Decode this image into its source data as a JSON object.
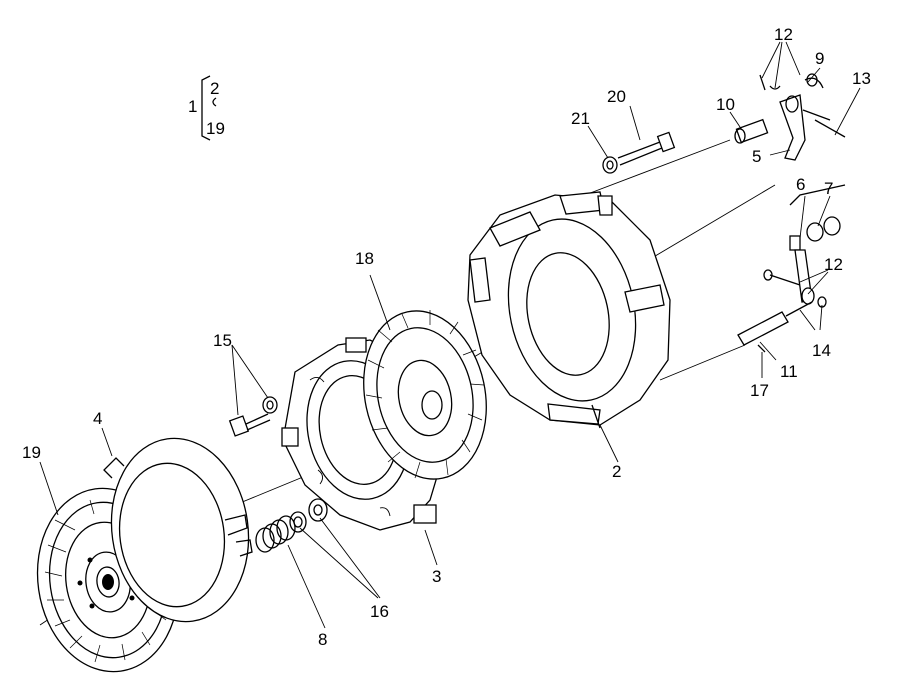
{
  "callouts": {
    "c1": "1",
    "c2_bracket": "2",
    "c19_bracket": "19",
    "c12_top": "12",
    "c9": "9",
    "c13": "13",
    "c20": "20",
    "c21": "21",
    "c10": "10",
    "c5": "5",
    "c6": "6",
    "c7": "7",
    "c12_mid": "12",
    "c14": "14",
    "c11": "11",
    "c17": "17",
    "c18": "18",
    "c15": "15",
    "c4": "4",
    "c19": "19",
    "c2": "2",
    "c3": "3",
    "c16": "16",
    "c8": "8"
  }
}
